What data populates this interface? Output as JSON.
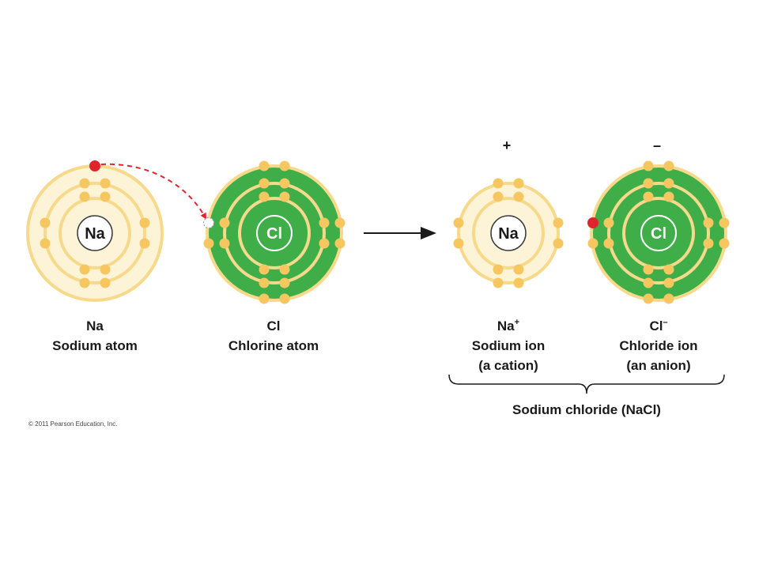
{
  "colors": {
    "pale": "#fdf3d6",
    "shell": "#f7d98c",
    "electron": "#f6c761",
    "green": "#3fae49",
    "red": "#e0242c",
    "nucleus_stroke": "#3a3a3a"
  },
  "atoms": {
    "na": {
      "symbol": "Na",
      "line1": "Na",
      "line2": "Sodium atom"
    },
    "cl": {
      "symbol": "Cl",
      "line1": "Cl",
      "line2": "Chlorine atom"
    }
  },
  "ions": {
    "na": {
      "symbol": "Na",
      "charge": "+",
      "line1": "Na",
      "sup": "+",
      "line2": "Sodium ion",
      "line3": "(a cation)"
    },
    "cl": {
      "symbol": "Cl",
      "charge": "–",
      "line1": "Cl",
      "sup": "–",
      "line2": "Chloride ion",
      "line3": "(an anion)"
    }
  },
  "compound_label": "Sodium chloride (NaCl)",
  "copyright": "© 2011 Pearson Education, Inc."
}
